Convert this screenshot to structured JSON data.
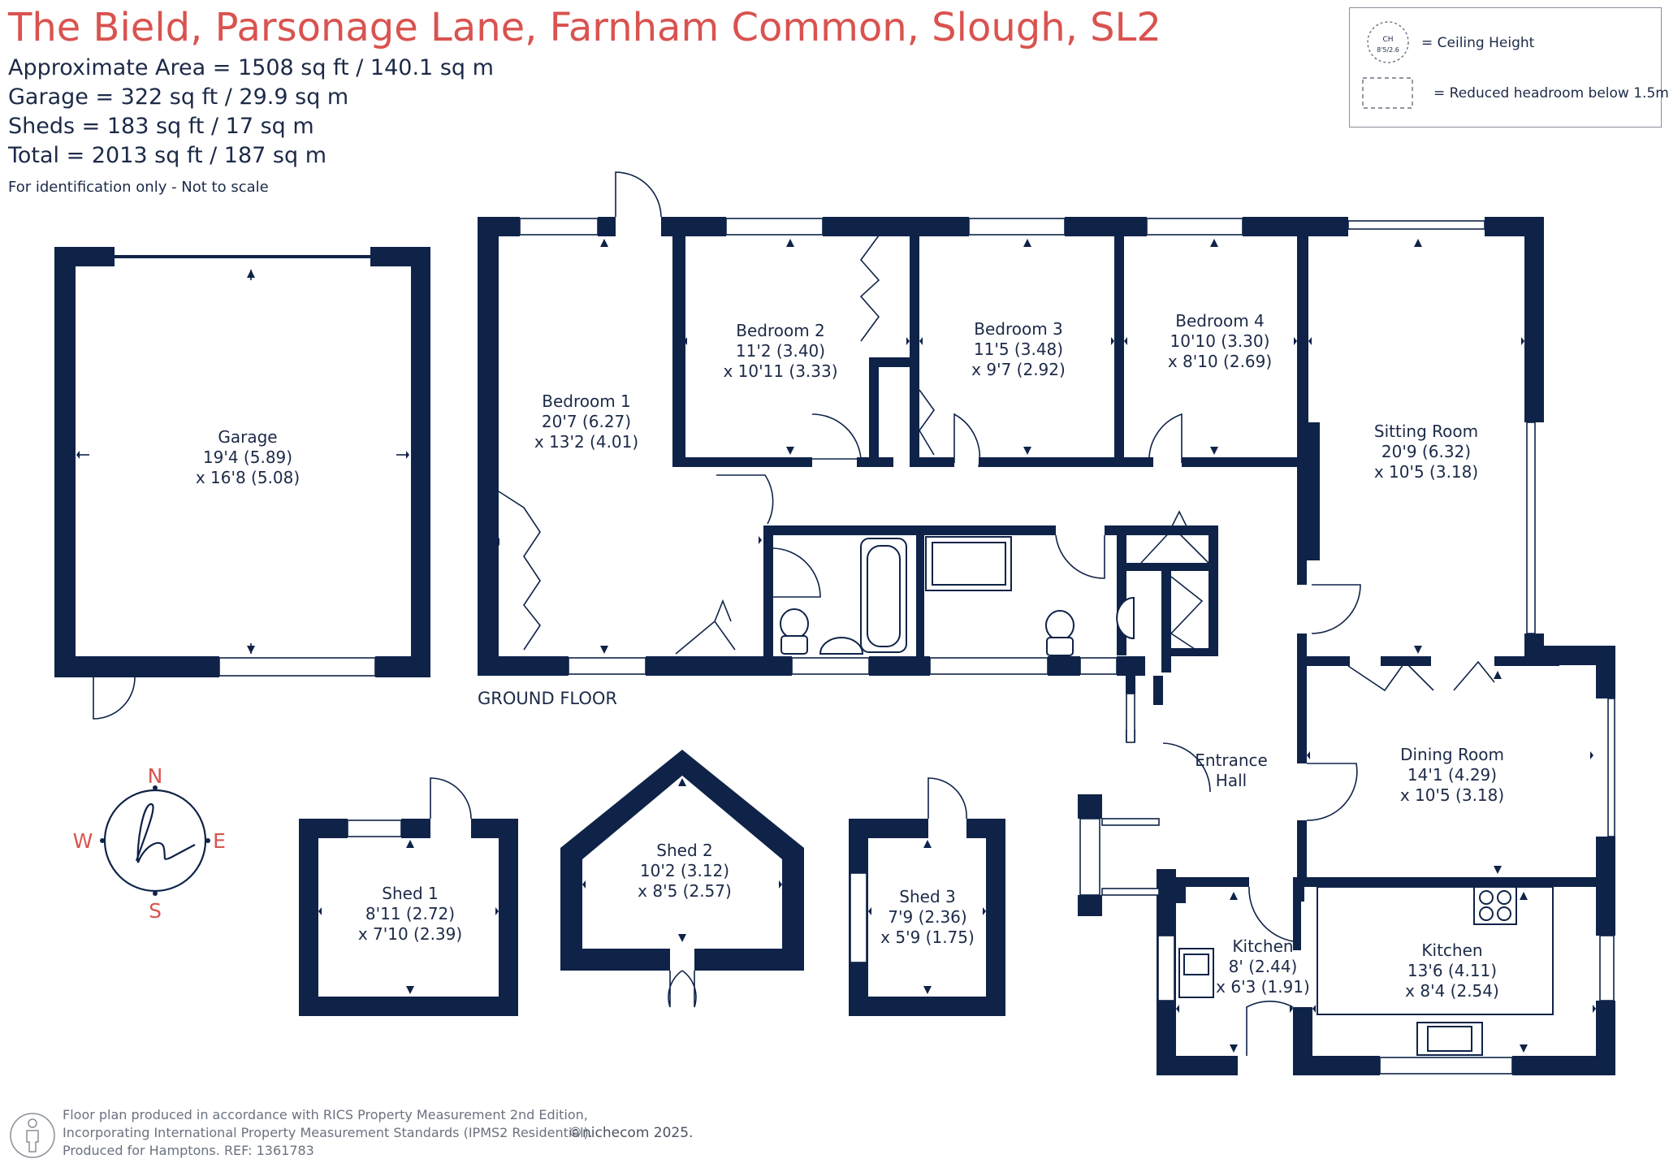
{
  "header": {
    "title": "The Bield, Parsonage Lane, Farnham Common, Slough, SL2",
    "areas": [
      "Approximate Area = 1508  sq ft / 140.1  sq m",
      "Garage = 322 sq ft / 29.9  sq m",
      "Sheds = 183 sq ft / 17  sq m",
      "Total = 2013 sq ft / 187 sq m"
    ],
    "note": "For identification only - Not to scale"
  },
  "legend": {
    "ceiling_icon_line1": "CH",
    "ceiling_icon_line2": "8'5/2.6",
    "ceiling_label": "= Ceiling Height",
    "reduced_label": "= Reduced headroom below 1.5m"
  },
  "floor_label": "GROUND FLOOR",
  "compass": {
    "n": "N",
    "s": "S",
    "e": "E",
    "w": "W",
    "logo_letter": "h"
  },
  "rooms": [
    {
      "id": "garage",
      "lines": [
        "Garage",
        "19'4 (5.89)",
        "x 16'8 (5.08)"
      ]
    },
    {
      "id": "bedroom1",
      "lines": [
        "Bedroom 1",
        "20'7 (6.27)",
        "x 13'2 (4.01)"
      ]
    },
    {
      "id": "bedroom2",
      "lines": [
        "Bedroom 2",
        "11'2 (3.40)",
        "x 10'11 (3.33)"
      ]
    },
    {
      "id": "bedroom3",
      "lines": [
        "Bedroom 3",
        "11'5 (3.48)",
        "x 9'7 (2.92)"
      ]
    },
    {
      "id": "bedroom4",
      "lines": [
        "Bedroom 4",
        "10'10 (3.30)",
        "x 8'10 (2.69)"
      ]
    },
    {
      "id": "sitting_room",
      "lines": [
        "Sitting Room",
        "20'9 (6.32)",
        "x 10'5 (3.18)"
      ]
    },
    {
      "id": "dining_room",
      "lines": [
        "Dining Room",
        "14'1 (4.29)",
        "x 10'5 (3.18)"
      ]
    },
    {
      "id": "entrance_hall",
      "lines": [
        "Entrance",
        "Hall"
      ]
    },
    {
      "id": "kitchen_small",
      "lines": [
        "Kitchen",
        "8' (2.44)",
        "x 6'3 (1.91)"
      ]
    },
    {
      "id": "kitchen_main",
      "lines": [
        "Kitchen",
        "13'6 (4.11)",
        "x 8'4 (2.54)"
      ]
    },
    {
      "id": "shed1",
      "lines": [
        "Shed 1",
        "8'11 (2.72)",
        "x 7'10 (2.39)"
      ]
    },
    {
      "id": "shed2",
      "lines": [
        "Shed 2",
        "10'2 (3.12)",
        "x 8'5 (2.57)"
      ]
    },
    {
      "id": "shed3",
      "lines": [
        "Shed 3",
        "7'9 (2.36)",
        "x 5'9 (1.75)"
      ]
    }
  ],
  "footer": {
    "line1": "Floor plan produced in accordance with RICS Property Measurement 2nd Edition,",
    "line2": "Incorporating International Property Measurement Standards (IPMS2 Residential).",
    "copyright": "©nichecom 2025.",
    "line3": "Produced for Hamptons.  REF:  1361783"
  },
  "colors": {
    "title": "#d9534f",
    "walls": "#0f2348",
    "text": "#1c2a48",
    "compass_letters": "#d9534f"
  }
}
